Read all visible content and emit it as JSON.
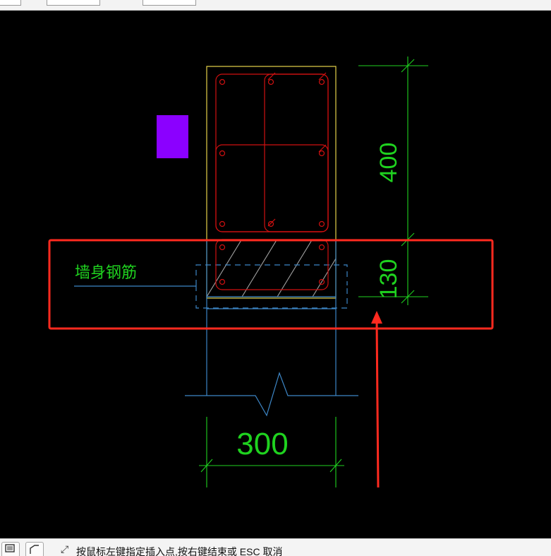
{
  "toolbar": {
    "field1_value": "",
    "field2_value": "",
    "field3_value": "",
    "label_1": "",
    "label_2": ""
  },
  "drawing": {
    "annotation_label": "墙身钢筋",
    "dim_height_upper": "400",
    "dim_height_lower": "130",
    "dim_width": "300",
    "colors": {
      "background": "#000000",
      "outline": "#e6d34a",
      "rebar": "#d01010",
      "dimension": "#1fd21f",
      "wall": "#3d86c6",
      "hatch": "#a0a0a0",
      "highlight": "#ff2a1f",
      "purple_block": "#8b00ff"
    }
  },
  "status": {
    "icon1": "select-window-icon",
    "icon2": "polyline-icon",
    "cursor_icon": "resize-arrow-icon",
    "prompt": "按鼠标左键指定插入点,按右键结束或 ESC 取消"
  }
}
